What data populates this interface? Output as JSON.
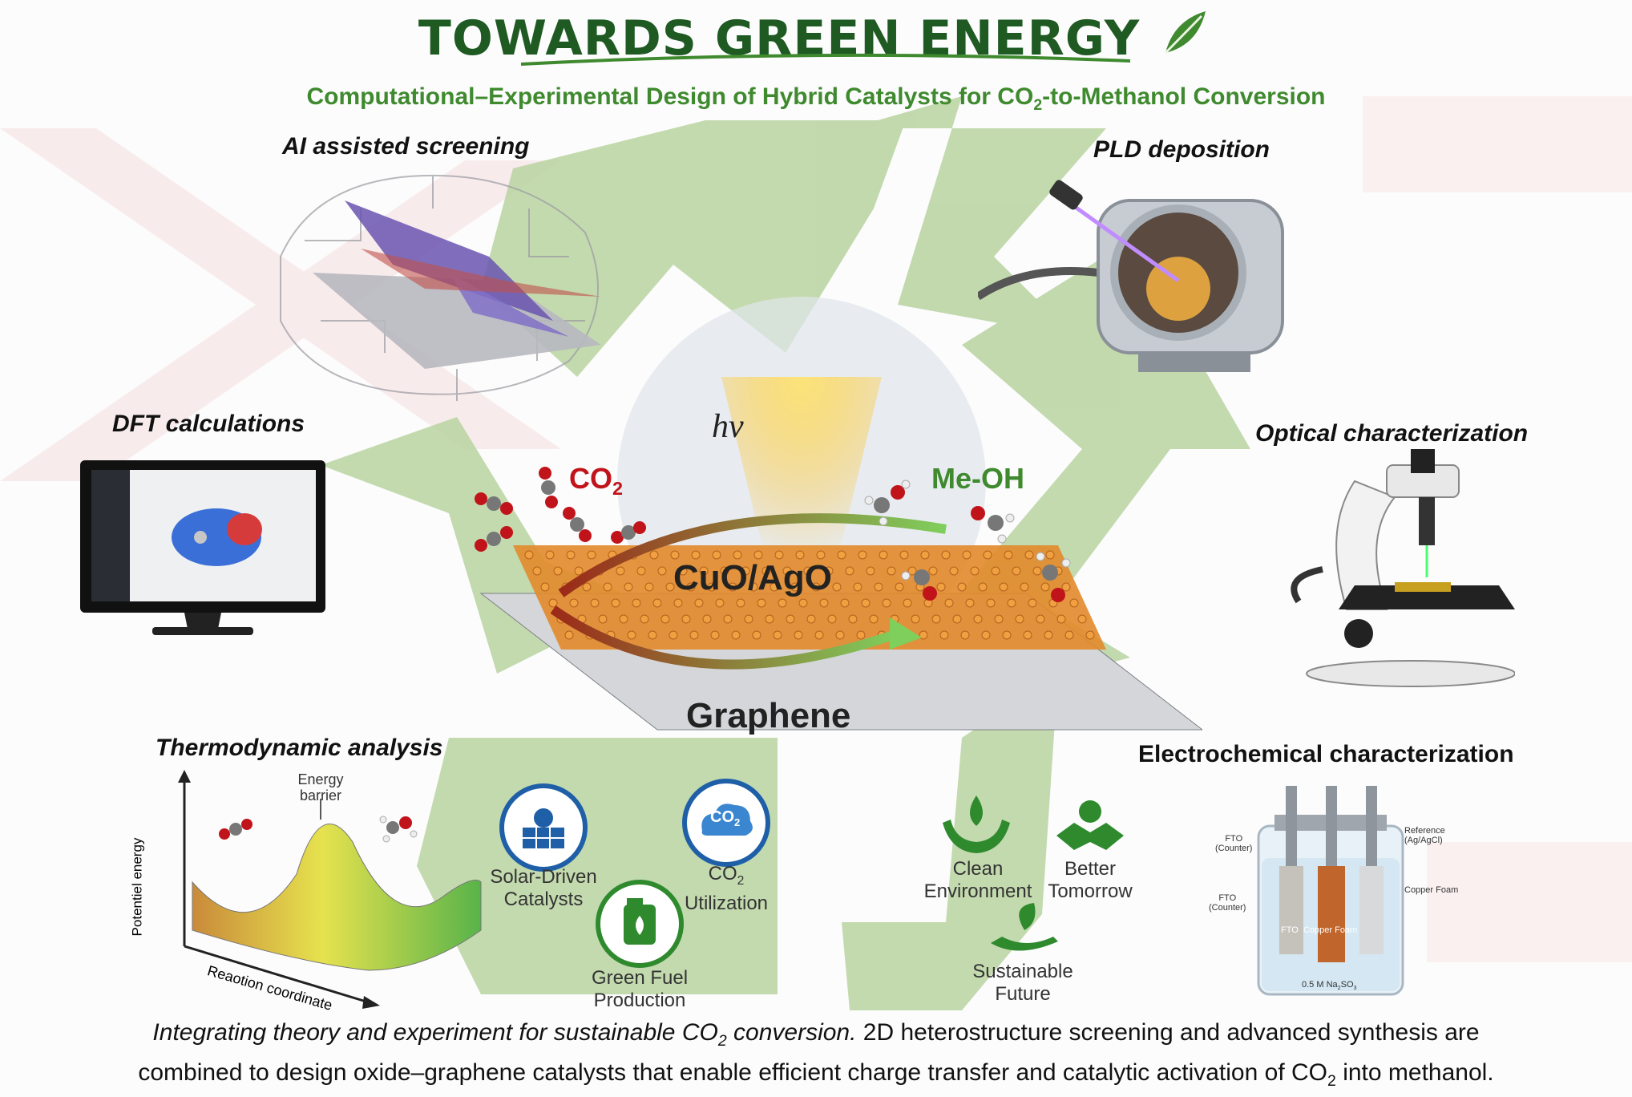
{
  "header": {
    "title": "TOWARDS GREEN ENERGY",
    "subtitle_pre": "Computational–Experimental Design of Hybrid Catalysts for CO",
    "subtitle_sub": "2",
    "subtitle_post": "-to-Methanol Conversion"
  },
  "sections": {
    "ai_screening": "AI assisted  screening",
    "pld_deposition": "PLD deposition",
    "dft_calculations": "DFT calculations",
    "optical_characterization": "Optical characterization",
    "thermodynamic_analysis": "Thermodynamic analysis",
    "electrochemical_characterization": "Electrochemical characterization"
  },
  "center": {
    "hv": "hv",
    "co2_main": "CO",
    "co2_sub": "2",
    "meoh": "Me-OH",
    "catalyst": "CuO/AgO",
    "substrate": "Graphene"
  },
  "energy_plot": {
    "barrier_line1": "Energy",
    "barrier_line2": "barrier",
    "y_axis": "Potentiel energy",
    "x_axis": "Reaotion coordinate"
  },
  "icons": {
    "solar_line1": "Solar-Driven",
    "solar_line2": "Catalysts",
    "cloud_text_main": "CO",
    "cloud_text_sub": "2",
    "co2_util_line1_main": "CO",
    "co2_util_line1_sub": "2",
    "co2_util_line2": "Utilization",
    "green_fuel_line1": "Green Fuel",
    "green_fuel_line2": "Production",
    "clean_line1": "Clean",
    "clean_line2": "Environment",
    "better_line1": "Better",
    "better_line2": "Tomorrow",
    "sustainable_line1": "Sustainable",
    "sustainable_line2": "Future"
  },
  "cell_labels": {
    "fto_counter_top_a": "FTO",
    "fto_counter_top_b": "(Counter)",
    "fto_counter_mid_a": "FTO",
    "fto_counter_mid_b": "(Counter)",
    "reference_a": "Reference",
    "reference_b": "(Ag/AgCl)",
    "copper_foam": "Copper Foam",
    "electrode_fto": "FTO",
    "electrode_copper": "Copper Foam",
    "electrolyte_main": "0.5 M Na",
    "electrolyte_sub": "2",
    "electrolyte_post": "SO",
    "electrolyte_sub2": "3"
  },
  "caption": {
    "lead_pre": "Integrating theory and experiment for sustainable CO",
    "lead_sub": "2",
    "lead_post": " conversion.",
    "body_line1": " 2D heterostructure screening and advanced synthesis are",
    "body_line2_pre": "combined to design oxide–graphene catalysts that enable efficient charge transfer and catalytic activation of CO",
    "body_line2_sub": "2",
    "body_line2_post": " into methanol."
  },
  "colors": {
    "title_green": "#1e5a22",
    "subtitle_green": "#3f8a2e",
    "recycle_green": "#b9d4a0",
    "co2_red": "#c0141a",
    "meoh_green": "#3f8a2e",
    "icon_blue": "#1f5fa8",
    "icon_green": "#2f8a2e"
  }
}
